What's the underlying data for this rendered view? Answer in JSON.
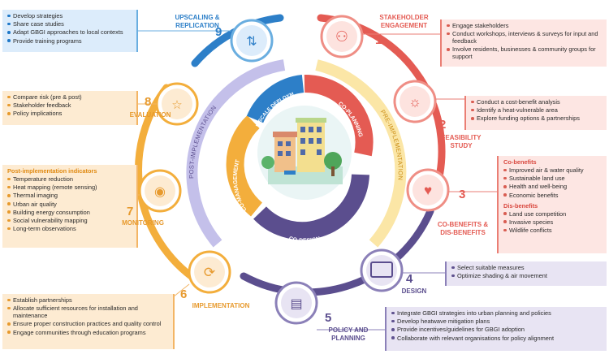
{
  "colors": {
    "blue": "#2d7fc8",
    "red": "#e45b53",
    "salmon": "#ef8e85",
    "purple": "#5b4e8e",
    "orange": "#f3ae3c",
    "yellow": "#f8d46a",
    "lavender": "#a9a3dc"
  },
  "center": {
    "post_implementation": "POST-IMPLEMENTATION",
    "pre_implementation": "PRE-IMPLEMENTATION",
    "full_scale_deployment": "FULL-SCALE DEPLOYMENT",
    "co_planning": "CO-PLANNING",
    "co_design": "CO-DESIGN",
    "co_management": "CO-MANAGEMENT"
  },
  "stages": [
    {
      "number": "1",
      "title": "STAKEHOLDER ENGAGEMENT",
      "icon": "handshake-icon",
      "items": [
        "Engage stakeholders",
        "Conduct workshops, interviews & surveys for input and feedback",
        "Involve residents, businesses & community groups for support"
      ]
    },
    {
      "number": "2",
      "title": "FEASIBILITY STUDY",
      "icon": "lightbulb-book-icon",
      "items": [
        "Conduct a cost-benefit analysis",
        "Identify a heat-vulnerable area",
        "Explore funding options & partnerships"
      ]
    },
    {
      "number": "3",
      "title": "CO-BENEFITS & DIS-BENEFITS",
      "icon": "hands-heart-icon",
      "co_benefits_heading": "Co-benefits",
      "co_benefits": [
        "Improved air & water quality",
        "Sustainable land use",
        "Health and well-being",
        "Economic benefits"
      ],
      "dis_benefits_heading": "Dis-benefits",
      "dis_benefits": [
        "Land use competition",
        "Invasive species",
        "Wildlife conflicts"
      ]
    },
    {
      "number": "4",
      "title": "DESIGN",
      "icon": "monitor-design-icon",
      "items": [
        "Select suitable measures",
        "Optimize shading & air movement"
      ]
    },
    {
      "number": "5",
      "title": "POLICY AND PLANNING",
      "icon": "policy-document-icon",
      "items": [
        "Integrate GBGI strategies into urban planning and policies",
        "Develop heatwave mitigation plans",
        "Provide incentives/guidelines for GBGI adoption",
        "Collaborate with relevant organisations for policy alignment"
      ]
    },
    {
      "number": "6",
      "title": "IMPLEMENTATION",
      "icon": "cycle-check-icon",
      "items": [
        "Establish partnerships",
        "Allocate sufficient resources for installation and maintenance",
        "Ensure proper construction practices and quality control",
        "Engage communities through education programs"
      ]
    },
    {
      "number": "7",
      "title": "MONITORING",
      "icon": "monitor-eye-icon",
      "heading": "Post-implementation indicators",
      "items": [
        "Temperature reduction",
        "Heat mapping (remote sensing)",
        "Thermal imaging",
        "Urban air quality",
        "Building energy consumption",
        "Social vulnerability mapping",
        "Long-term observations"
      ]
    },
    {
      "number": "8",
      "title": "EVALUATION",
      "icon": "rating-checklist-icon",
      "items": [
        "Compare risk (pre & post)",
        "Stakeholder feedback",
        "Policy implications"
      ]
    },
    {
      "number": "9",
      "title": "UPSCALING & REPLICATION",
      "icon": "server-transfer-icon",
      "items": [
        "Develop strategies",
        "Share case studies",
        "Adapt GBGI approaches to local contexts",
        "Provide training programs"
      ]
    }
  ]
}
